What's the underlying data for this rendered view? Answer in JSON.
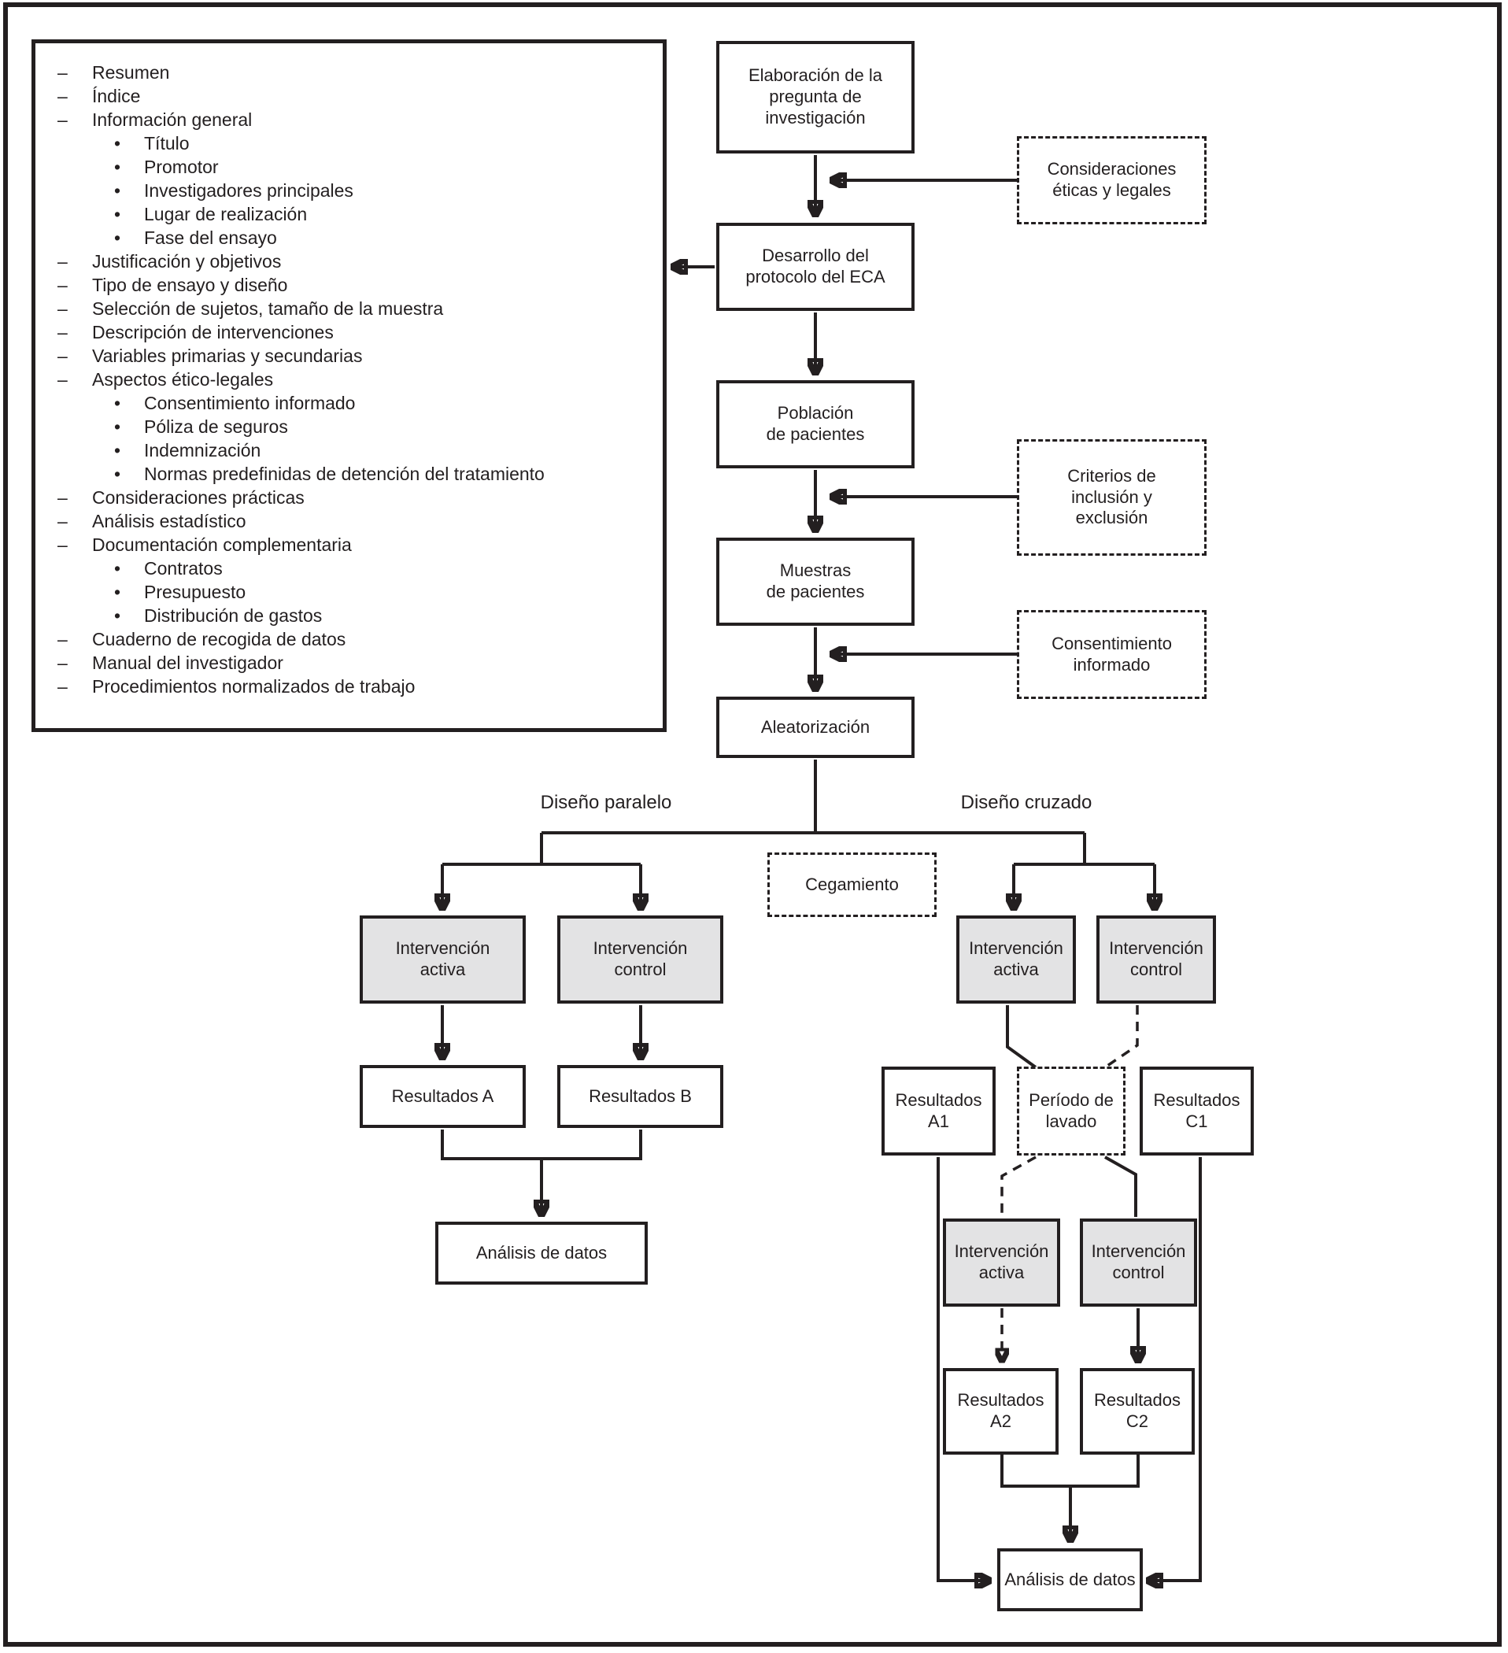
{
  "colors": {
    "ink": "#231f20",
    "box_gray": "#e3e3e4",
    "background": "#ffffff"
  },
  "protocol_list": {
    "items": [
      {
        "level": 1,
        "text": "Resumen"
      },
      {
        "level": 1,
        "text": "Índice"
      },
      {
        "level": 1,
        "text": "Información general"
      },
      {
        "level": 2,
        "text": "Título"
      },
      {
        "level": 2,
        "text": "Promotor"
      },
      {
        "level": 2,
        "text": "Investigadores principales"
      },
      {
        "level": 2,
        "text": "Lugar de realización"
      },
      {
        "level": 2,
        "text": "Fase del ensayo"
      },
      {
        "level": 1,
        "text": "Justificación y objetivos"
      },
      {
        "level": 1,
        "text": "Tipo de ensayo y diseño"
      },
      {
        "level": 1,
        "text": "Selección de sujetos, tamaño de la muestra"
      },
      {
        "level": 1,
        "text": "Descripción de intervenciones"
      },
      {
        "level": 1,
        "text": "Variables primarias y secundarias"
      },
      {
        "level": 1,
        "text": "Aspectos ético-legales"
      },
      {
        "level": 2,
        "text": "Consentimiento informado"
      },
      {
        "level": 2,
        "text": "Póliza de seguros"
      },
      {
        "level": 2,
        "text": "Indemnización"
      },
      {
        "level": 2,
        "text": "Normas predefinidas de detención del tratamiento"
      },
      {
        "level": 1,
        "text": "Consideraciones prácticas"
      },
      {
        "level": 1,
        "text": "Análisis estadístico"
      },
      {
        "level": 1,
        "text": "Documentación complementaria"
      },
      {
        "level": 2,
        "text": "Contratos"
      },
      {
        "level": 2,
        "text": "Presupuesto"
      },
      {
        "level": 2,
        "text": "Distribución de gastos"
      },
      {
        "level": 1,
        "text": "Cuaderno de recogida de datos"
      },
      {
        "level": 1,
        "text": "Manual del investigador"
      },
      {
        "level": 1,
        "text": "Procedimientos normalizados de trabajo"
      }
    ],
    "markers": {
      "lvl1": "–",
      "lvl2": "•"
    }
  },
  "main_flow": {
    "elaboracion": "Elaboración de la\npregunta de\ninvestigación",
    "desarrollo": "Desarrollo del\nprotocolo del ECA",
    "poblacion": "Población\nde pacientes",
    "muestras": "Muestras\nde pacientes",
    "aleatorizacion": "Aleatorización"
  },
  "side_notes": {
    "consideraciones": "Consideraciones\néticas y legales",
    "criterios": "Criterios de\ninclusión y\nexclusión",
    "consentimiento": "Consentimiento\ninformado",
    "cegamiento": "Cegamiento",
    "periodo_lavado": "Período de\nlavado"
  },
  "branches": {
    "paralelo_label": "Diseño paralelo",
    "cruzado_label": "Diseño cruzado",
    "paralelo": {
      "intervencion_activa": "Intervención\nactiva",
      "intervencion_control": "Intervención\ncontrol",
      "resultados_a": "Resultados A",
      "resultados_b": "Resultados B",
      "analisis": "Análisis de datos"
    },
    "cruzado": {
      "intervencion_activa_1": "Intervención\nactiva",
      "intervencion_control_1": "Intervención\ncontrol",
      "resultados_a1": "Resultados\nA1",
      "resultados_c1": "Resultados\nC1",
      "intervencion_activa_2": "Intervención\nactiva",
      "intervencion_control_2": "Intervención\ncontrol",
      "resultados_a2": "Resultados\nA2",
      "resultados_c2": "Resultados\nC2",
      "analisis": "Análisis de datos"
    }
  }
}
